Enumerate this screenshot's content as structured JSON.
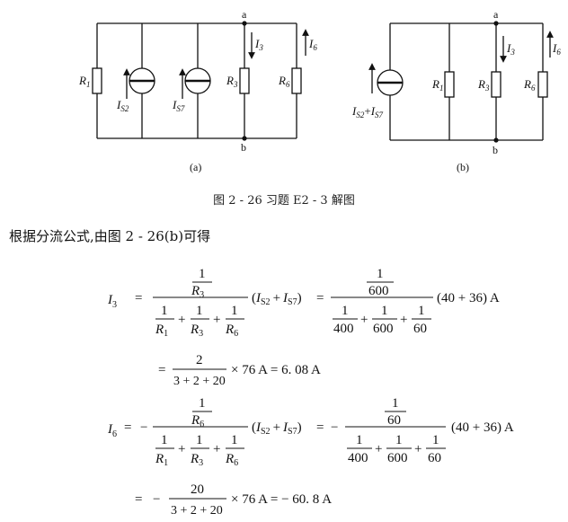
{
  "figure": {
    "a": {
      "node_top": "a",
      "node_bottom": "b",
      "resistor_1": "R",
      "resistor_1_sub": "1",
      "source_2": "I",
      "source_2_sub": "S2",
      "source_7": "I",
      "source_7_sub": "S7",
      "resistor_3": "R",
      "resistor_3_sub": "3",
      "current_3": "I",
      "current_3_sub": "3",
      "resistor_6": "R",
      "resistor_6_sub": "6",
      "current_6": "I",
      "current_6_sub": "6",
      "label": "(a)"
    },
    "b": {
      "node_top": "a",
      "node_bottom": "b",
      "source_combined_1": "I",
      "source_combined_1_sub": "S2",
      "plus": "+",
      "source_combined_2": "I",
      "source_combined_2_sub": "S7",
      "resistor_1": "R",
      "resistor_1_sub": "1",
      "resistor_3": "R",
      "resistor_3_sub": "3",
      "current_3": "I",
      "current_3_sub": "3",
      "resistor_6": "R",
      "resistor_6_sub": "6",
      "current_6": "I",
      "current_6_sub": "6",
      "label": "(b)"
    },
    "caption": "图 2 - 26    习题 E2 - 3 解图"
  },
  "text": {
    "intro": "根据分流公式,由图 2 - 26(b)可得"
  },
  "eq1": {
    "lhs": "I",
    "lhs_sub": "3",
    "eq": "=",
    "num_one": "1",
    "num_R": "R",
    "num_R_sub": "3",
    "den_one_a": "1",
    "den_R_a": "R",
    "den_R_a_sub": "1",
    "den_plus_1": "+",
    "den_one_b": "1",
    "den_R_b": "R",
    "den_R_b_sub": "3",
    "den_plus_2": "+",
    "den_one_c": "1",
    "den_R_c": "R",
    "den_R_c_sub": "6",
    "paren_open": "(",
    "src1": "I",
    "src1_sub": "S2",
    "src_plus": "+",
    "src2": "I",
    "src2_sub": "S7",
    "paren_close": ")",
    "eq2": "=",
    "n_num_one": "1",
    "n_num_val": "600",
    "n_den_one_a": "1",
    "n_den_a": "400",
    "n_den_plus_1": "+",
    "n_den_one_b": "1",
    "n_den_b": "600",
    "n_den_plus_2": "+",
    "n_den_one_c": "1",
    "n_den_c": "60",
    "values": "(40 + 36) A",
    "line2_eq": "=",
    "line2_num": "2",
    "line2_den": "3 + 2 + 20",
    "line2_rest": "× 76  A = 6. 08  A"
  },
  "eq2": {
    "lhs": "I",
    "lhs_sub": "6",
    "eq": "=",
    "minus": "−",
    "num_one": "1",
    "num_R": "R",
    "num_R_sub": "6",
    "den_one_a": "1",
    "den_R_a": "R",
    "den_R_a_sub": "1",
    "den_plus_1": "+",
    "den_one_b": "1",
    "den_R_b": "R",
    "den_R_b_sub": "3",
    "den_plus_2": "+",
    "den_one_c": "1",
    "den_R_c": "R",
    "den_R_c_sub": "6",
    "paren_open": "(",
    "src1": "I",
    "src1_sub": "S2",
    "src_plus": "+",
    "src2": "I",
    "src2_sub": "S7",
    "paren_close": ")",
    "eq2": "=",
    "minus2": "−",
    "n_num_one": "1",
    "n_num_val": "60",
    "n_den_one_a": "1",
    "n_den_a": "400",
    "n_den_plus_1": "+",
    "n_den_one_b": "1",
    "n_den_b": "600",
    "n_den_plus_2": "+",
    "n_den_one_c": "1",
    "n_den_c": "60",
    "values": "(40 + 36) A",
    "line2_eq": "=",
    "line2_minus": "−",
    "line2_num": "20",
    "line2_den": "3 + 2 + 20",
    "line2_rest": "× 76  A = − 60. 8  A"
  }
}
